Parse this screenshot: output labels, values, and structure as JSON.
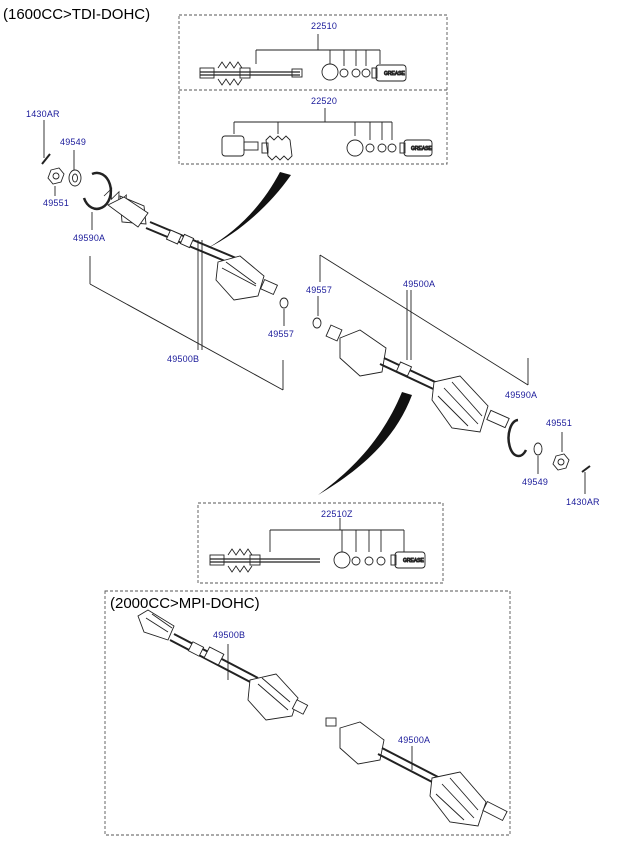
{
  "headings": {
    "tdi": "(1600CC>TDI-DOHC)",
    "mpi": "(2000CC>MPI-DOHC)"
  },
  "labels": {
    "kit_22510": "22510",
    "kit_22520": "22520",
    "bolt_left": "1430AR",
    "washer_left": "49549",
    "nut_left": "49551",
    "ring_left": "49590A",
    "snap_left": "49557",
    "shaft_left": "49500B",
    "snap_right": "49557",
    "shaft_right": "49500A",
    "ring_right": "49590A",
    "nut_right": "49551",
    "washer_right": "49549",
    "bolt_right": "1430AR",
    "kit_22510z": "22510Z",
    "mpi_shaft_left": "49500B",
    "mpi_shaft_right": "49500A"
  },
  "grease_text": "GREASE",
  "colors": {
    "line": "#222222",
    "label": "#1a1a9a",
    "dash": "#555555"
  }
}
